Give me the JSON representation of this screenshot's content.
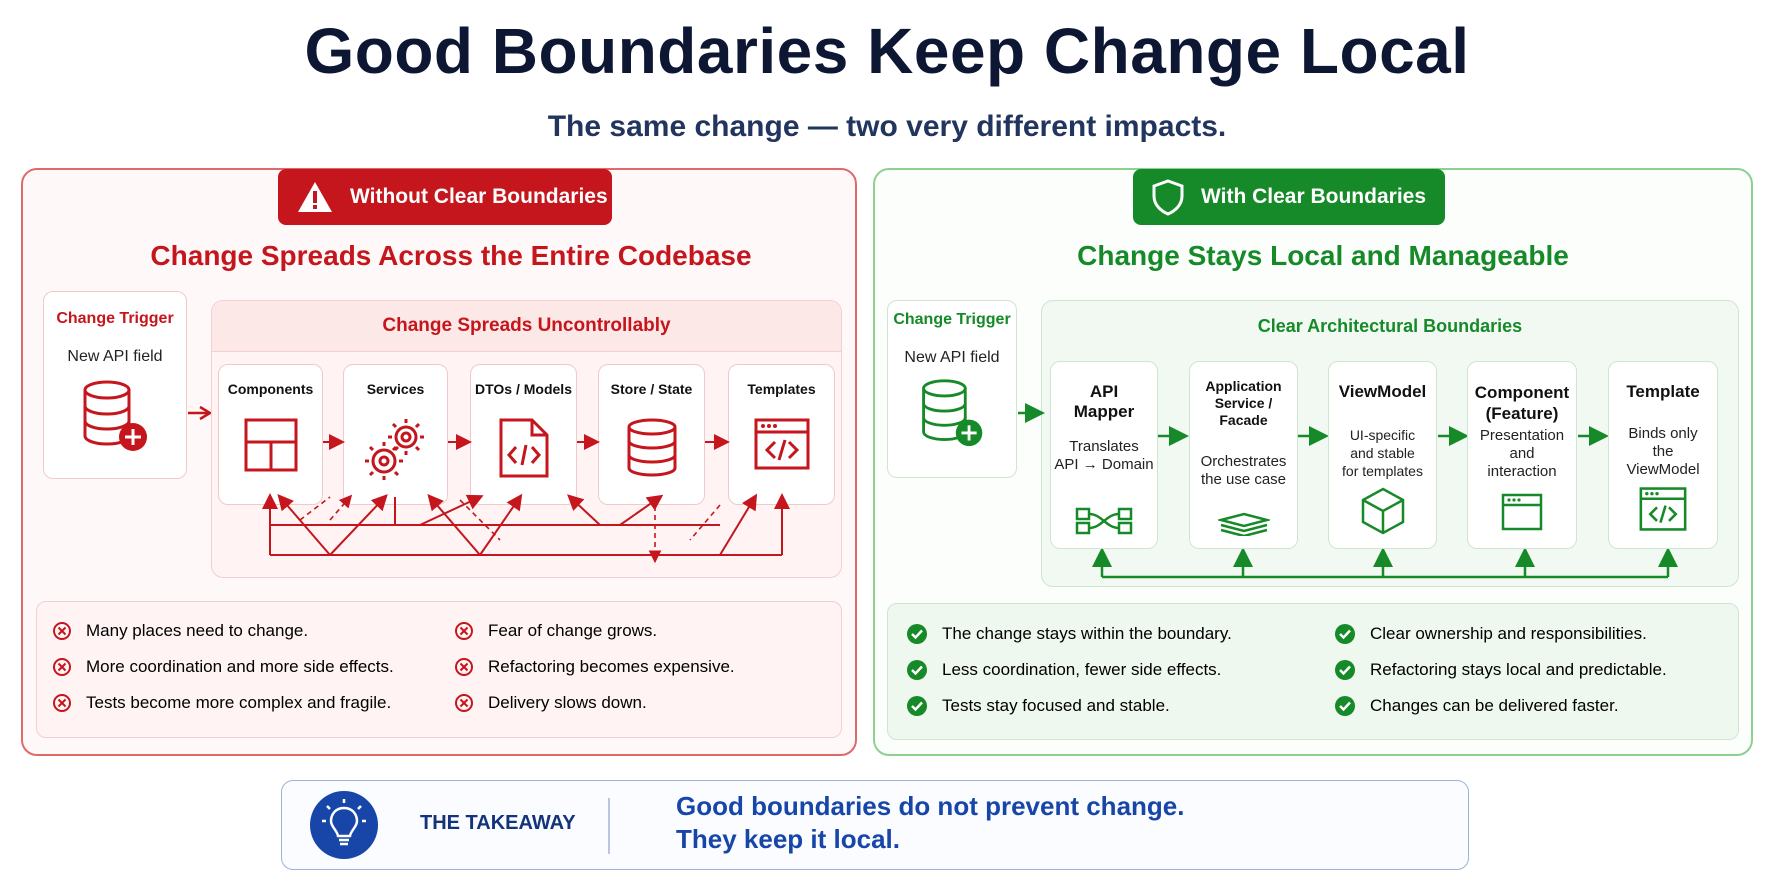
{
  "title": "Good Boundaries Keep Change Local",
  "subtitle": "The same change — two very different impacts.",
  "left": {
    "tab_label": "Without Clear Boundaries",
    "heading": "Change Spreads Across the Entire Codebase",
    "trigger": {
      "title": "Change Trigger",
      "text": "New API field"
    },
    "zone_title": "Change Spreads Uncontrollably",
    "components": [
      {
        "title": "Components",
        "icon": "layout-icon"
      },
      {
        "title": "Services",
        "icon": "gears-icon"
      },
      {
        "title": "DTOs / Models",
        "icon": "code-file-icon"
      },
      {
        "title": "Store / State",
        "icon": "database-icon"
      },
      {
        "title": "Templates",
        "icon": "code-window-icon"
      }
    ],
    "bullets": [
      "Many places need to change.",
      "More coordination and more side effects.",
      "Tests become more complex and fragile.",
      "Fear of change grows.",
      "Refactoring becomes expensive.",
      "Delivery slows down."
    ]
  },
  "right": {
    "tab_label": "With Clear Boundaries",
    "heading": "Change Stays Local and Manageable",
    "trigger": {
      "title": "Change Trigger",
      "text": "New API field"
    },
    "zone_title": "Clear Architectural Boundaries",
    "components": [
      {
        "title_lines": [
          "API",
          "Mapper"
        ],
        "desc_lines": [
          "Translates",
          "API → Domain"
        ],
        "icon": "mapper-icon"
      },
      {
        "title_lines": [
          "Application",
          "Service /",
          "Facade"
        ],
        "desc_lines": [
          "Orchestrates",
          "the use case"
        ],
        "icon": "layers-icon"
      },
      {
        "title_lines": [
          "ViewModel"
        ],
        "desc_lines": [
          "UI-specific",
          "and stable",
          "for templates"
        ],
        "icon": "cube-icon"
      },
      {
        "title_lines": [
          "Component",
          "(Feature)"
        ],
        "desc_lines": [
          "Presentation",
          "and",
          "interaction"
        ],
        "icon": "window-icon"
      },
      {
        "title_lines": [
          "Template"
        ],
        "desc_lines": [
          "Binds only",
          "the",
          "ViewModel"
        ],
        "icon": "code-window-icon"
      }
    ],
    "bullets": [
      "The change stays within the boundary.",
      "Less coordination, fewer side effects.",
      "Tests stay focused and stable.",
      "Clear ownership and responsibilities.",
      "Refactoring stays local and predictable.",
      "Changes can be delivered faster."
    ]
  },
  "takeaway": {
    "label": "THE TAKEAWAY",
    "line1": "Good boundaries do not prevent change.",
    "line2": "They keep it local."
  },
  "colors": {
    "red": "#c4161c",
    "green": "#168a28",
    "navy": "#0d1733",
    "blue": "#1746a8"
  }
}
